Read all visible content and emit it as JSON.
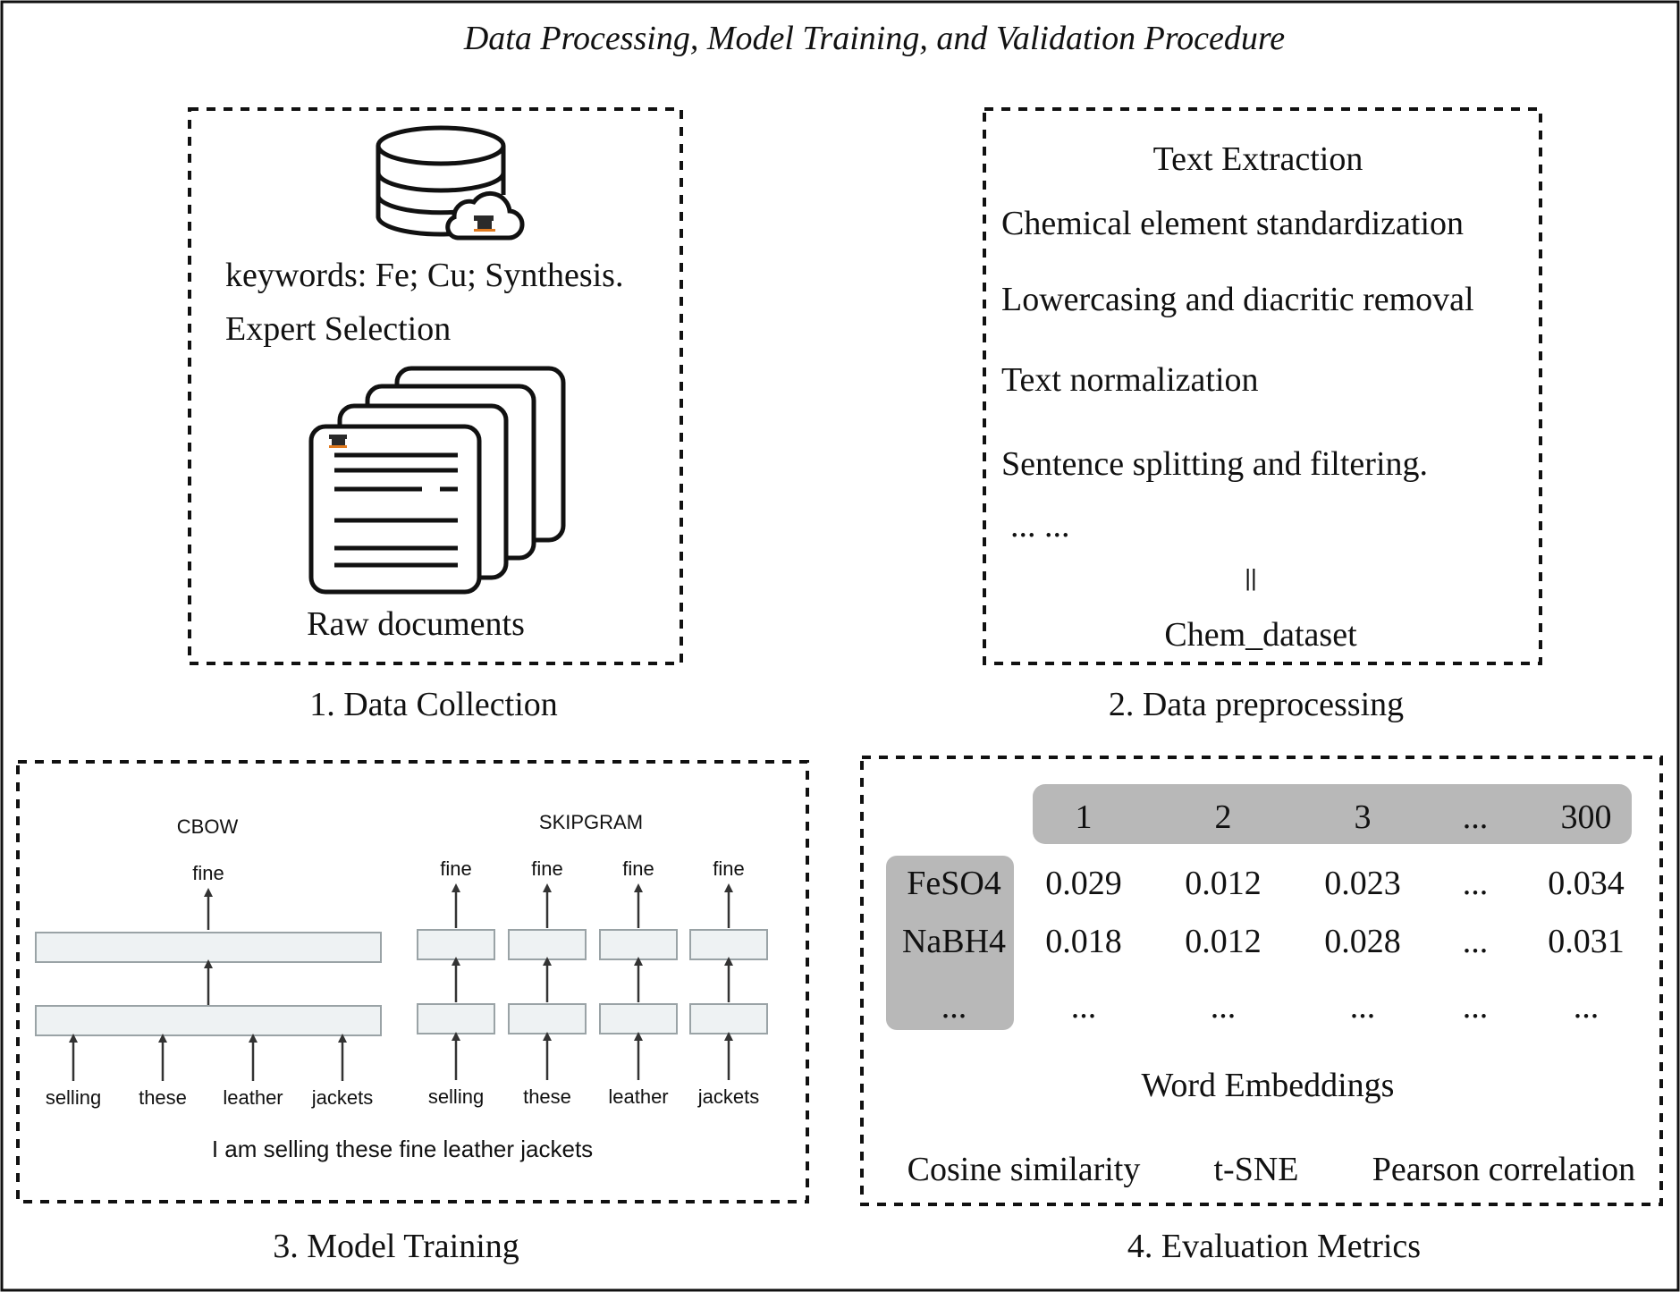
{
  "title": "Data Processing, Model Training, and Validation Procedure",
  "panels": {
    "collection": {
      "caption": "1. Data Collection",
      "keywords": "keywords: Fe; Cu; Synthesis.",
      "expert": "Expert Selection",
      "raw": "Raw documents",
      "icons": [
        "database-icon",
        "cloud-icon",
        "document-stack-icon"
      ]
    },
    "preprocessing": {
      "caption": "2. Data preprocessing",
      "steps": [
        "Text Extraction",
        "Chemical element standardization",
        "Lowercasing and diacritic removal",
        "Text normalization",
        "Sentence splitting and filtering.",
        "... ..."
      ],
      "result_symbol": "||",
      "result": "Chem_dataset"
    },
    "training": {
      "caption": "3. Model Training",
      "cbow_label": "CBOW",
      "skipgram_label": "SKIPGRAM",
      "cbow_output": "fine",
      "skipgram_outputs": [
        "fine",
        "fine",
        "fine",
        "fine"
      ],
      "cbow_inputs": [
        "selling",
        "these",
        "leather",
        "jackets"
      ],
      "skipgram_inputs": [
        "selling",
        "these",
        "leather",
        "jackets"
      ],
      "sentence": "I am selling these fine leather jackets"
    },
    "evaluation": {
      "caption": "4. Evaluation Metrics",
      "dims": [
        "1",
        "2",
        "3",
        "...",
        "300"
      ],
      "row_labels": [
        "FeSO4",
        "NaBH4",
        "..."
      ],
      "rows": [
        [
          "0.029",
          "0.012",
          "0.023",
          "...",
          "0.034"
        ],
        [
          "0.018",
          "0.012",
          "0.028",
          "...",
          "0.031"
        ],
        [
          "...",
          "...",
          "...",
          "...",
          "..."
        ]
      ],
      "embeddings_label": "Word Embeddings",
      "metrics": [
        "Cosine similarity",
        "t-SNE",
        "Pearson correlation"
      ]
    }
  },
  "colors": {
    "border": "#111111",
    "header_fill": "#b8b8b8",
    "layer_fill": "#eef2f3",
    "layer_stroke": "#9aa3a6",
    "logo_orange": "#e07a1f"
  }
}
